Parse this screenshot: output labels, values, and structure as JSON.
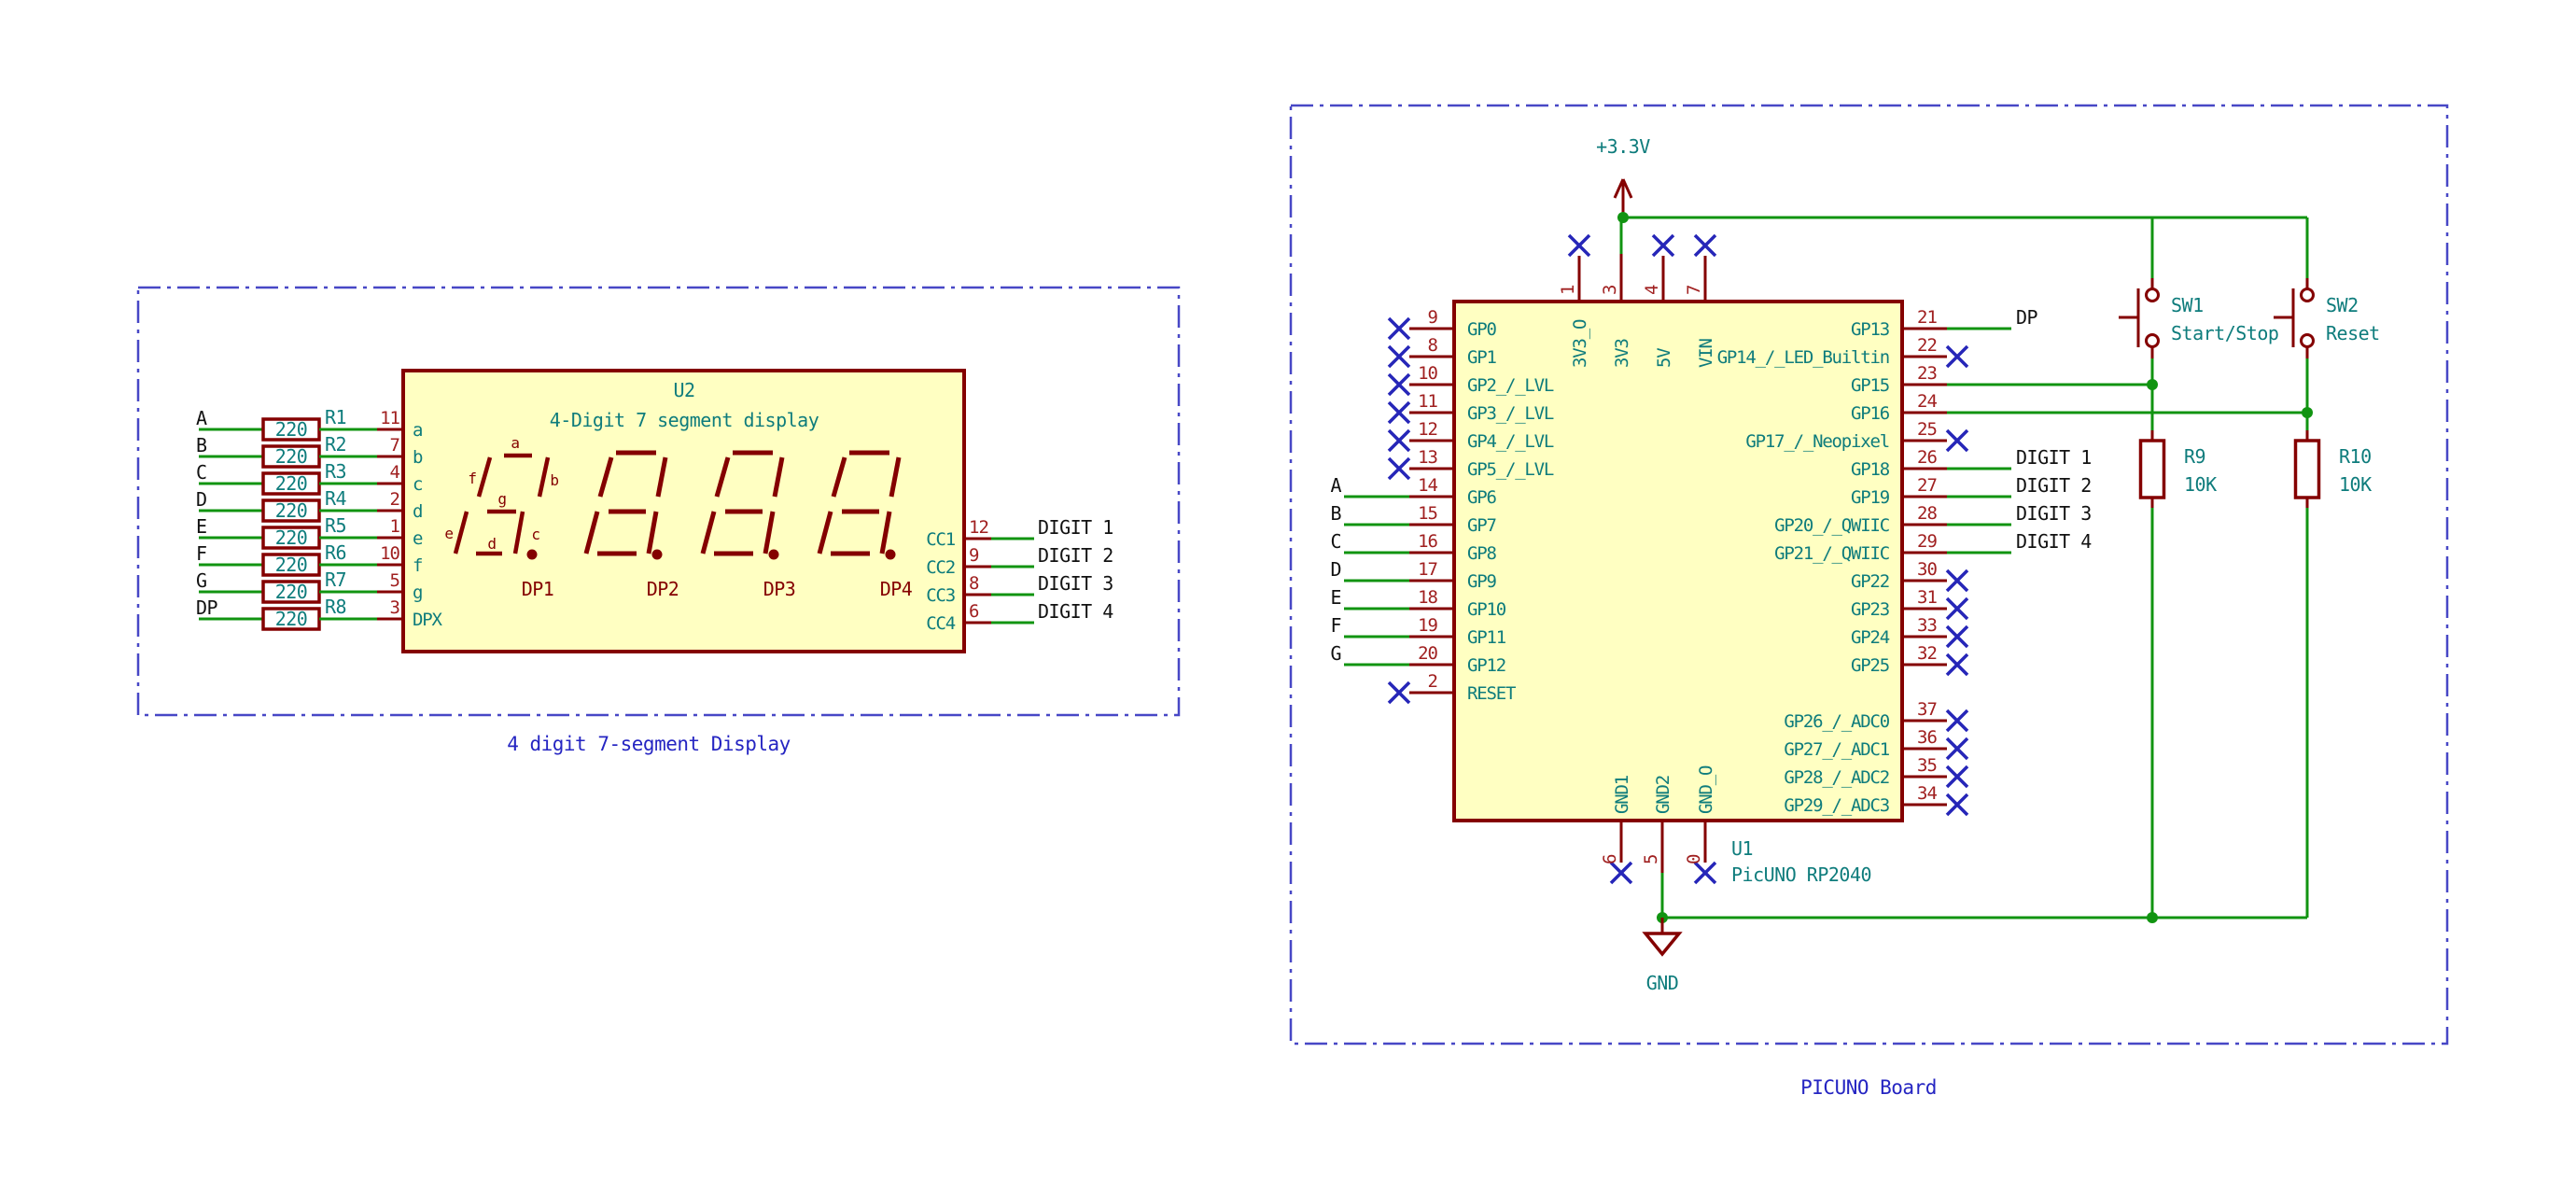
{
  "schematic": {
    "colors": {
      "maroon": "#840000",
      "teal": "#0e7c7c",
      "green": "#119411",
      "num": "#a02020",
      "ncblue": "#2626b8",
      "dashblue": "#4747c6",
      "bluetext": "#2525c2",
      "yellow": "#FFFFC2"
    },
    "display_block": {
      "caption": "4 digit 7-segment Display",
      "u2": {
        "ref": "U2",
        "value": "4-Digit 7 segment display",
        "left_pins": [
          {
            "label": "A",
            "ref": "R1",
            "res_value": "220",
            "pin": "11",
            "name": "a"
          },
          {
            "label": "B",
            "ref": "R2",
            "res_value": "220",
            "pin": "7",
            "name": "b"
          },
          {
            "label": "C",
            "ref": "R3",
            "res_value": "220",
            "pin": "4",
            "name": "c"
          },
          {
            "label": "D",
            "ref": "R4",
            "res_value": "220",
            "pin": "2",
            "name": "d"
          },
          {
            "label": "E",
            "ref": "R5",
            "res_value": "220",
            "pin": "1",
            "name": "e"
          },
          {
            "label": "F",
            "ref": "R6",
            "res_value": "220",
            "pin": "10",
            "name": "f"
          },
          {
            "label": "G",
            "ref": "R7",
            "res_value": "220",
            "pin": "5",
            "name": "g"
          },
          {
            "label": "DP",
            "ref": "R8",
            "res_value": "220",
            "pin": "3",
            "name": "DPX"
          }
        ],
        "right_pins": [
          {
            "name": "CC1",
            "pin": "12",
            "label": "DIGIT 1"
          },
          {
            "name": "CC2",
            "pin": "9",
            "label": "DIGIT 2"
          },
          {
            "name": "CC3",
            "pin": "8",
            "label": "DIGIT 3"
          },
          {
            "name": "CC4",
            "pin": "6",
            "label": "DIGIT 4"
          }
        ],
        "segment_labels": [
          "a",
          "b",
          "c",
          "d",
          "e",
          "f",
          "g"
        ],
        "dp_labels": [
          "DP1",
          "DP2",
          "DP3",
          "DP4"
        ]
      }
    },
    "picuno_block": {
      "caption": "PICUNO Board",
      "power_label": "+3.3V",
      "gnd_label": "GND",
      "u1": {
        "ref": "U1",
        "value": "PicUNO RP2040",
        "left_pins": [
          {
            "pin": "9",
            "name": "GP0",
            "nc": true
          },
          {
            "pin": "8",
            "name": "GP1",
            "nc": true
          },
          {
            "pin": "10",
            "name": "GP2_/_LVL",
            "nc": true
          },
          {
            "pin": "11",
            "name": "GP3_/_LVL",
            "nc": true
          },
          {
            "pin": "12",
            "name": "GP4_/_LVL",
            "nc": true
          },
          {
            "pin": "13",
            "name": "GP5_/_LVL",
            "nc": true
          },
          {
            "pin": "14",
            "name": "GP6",
            "label": "A"
          },
          {
            "pin": "15",
            "name": "GP7",
            "label": "B"
          },
          {
            "pin": "16",
            "name": "GP8",
            "label": "C"
          },
          {
            "pin": "17",
            "name": "GP9",
            "label": "D"
          },
          {
            "pin": "18",
            "name": "GP10",
            "label": "E"
          },
          {
            "pin": "19",
            "name": "GP11",
            "label": "F"
          },
          {
            "pin": "20",
            "name": "GP12",
            "label": "G"
          },
          {
            "pin": "2",
            "name": "RESET",
            "nc": true
          }
        ],
        "right_pins": [
          {
            "pin": "21",
            "name": "GP13",
            "label": "DP"
          },
          {
            "pin": "22",
            "name": "GP14_/_LED_Builtin",
            "nc": true
          },
          {
            "pin": "23",
            "name": "GP15",
            "net": "sw1"
          },
          {
            "pin": "24",
            "name": "GP16",
            "net": "sw2"
          },
          {
            "pin": "25",
            "name": "GP17_/_Neopixel",
            "nc": true
          },
          {
            "pin": "26",
            "name": "GP18",
            "label": "DIGIT 1"
          },
          {
            "pin": "27",
            "name": "GP19",
            "label": "DIGIT 2"
          },
          {
            "pin": "28",
            "name": "GP20_/_QWIIC",
            "label": "DIGIT 3"
          },
          {
            "pin": "29",
            "name": "GP21_/_QWIIC",
            "label": "DIGIT 4"
          },
          {
            "pin": "30",
            "name": "GP22",
            "nc": true
          },
          {
            "pin": "31",
            "name": "GP23",
            "nc": true
          },
          {
            "pin": "33",
            "name": "GP24",
            "nc": true
          },
          {
            "pin": "32",
            "name": "GP25",
            "nc": true
          },
          {
            "pin": "37",
            "name": "GP26_/_ADC0",
            "nc": true
          },
          {
            "pin": "36",
            "name": "GP27_/_ADC1",
            "nc": true
          },
          {
            "pin": "35",
            "name": "GP28_/_ADC2",
            "nc": true
          },
          {
            "pin": "34",
            "name": "GP29_/_ADC3",
            "nc": true
          }
        ],
        "top_pins": [
          {
            "pin": "1",
            "name": "3V3_O",
            "nc": true
          },
          {
            "pin": "3",
            "name": "3V3",
            "power": true
          },
          {
            "pin": "4",
            "name": "5V",
            "nc": true
          },
          {
            "pin": "7",
            "name": "VIN",
            "nc": true
          }
        ],
        "bottom_pins": [
          {
            "pin": "6",
            "name": "GND1",
            "nc": true
          },
          {
            "pin": "5",
            "name": "GND2",
            "gnd": true
          },
          {
            "pin": "0",
            "name": "GND_O",
            "nc": true
          }
        ]
      },
      "switches": [
        {
          "ref": "SW1",
          "value": "Start/Stop"
        },
        {
          "ref": "SW2",
          "value": "Reset"
        }
      ],
      "resistors": [
        {
          "ref": "R9",
          "value": "10K"
        },
        {
          "ref": "R10",
          "value": "10K"
        }
      ]
    }
  }
}
